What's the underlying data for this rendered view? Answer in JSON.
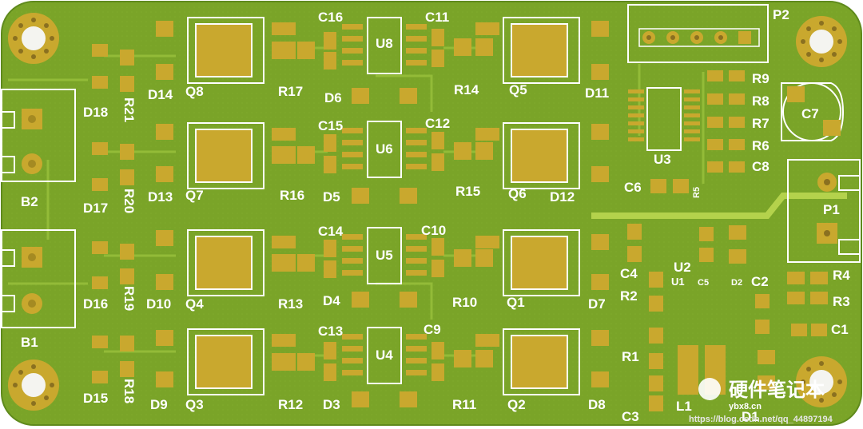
{
  "colors": {
    "board": "#7aa428",
    "board_light": "#86b030",
    "trace": "#9cc23c",
    "pad": "#c9a82e",
    "pad_light": "#d8b83a",
    "silk": "#ffffff",
    "hole": "#f4f4f0",
    "copper_pour": "#6b9420"
  },
  "labels": {
    "p2": "P2",
    "p1": "P1",
    "b1": "B1",
    "b2": "B2",
    "u3": "U3",
    "u8": "U8",
    "u6": "U6",
    "u5": "U5",
    "u4": "U4",
    "u2": "U2",
    "u1": "U1",
    "q1": "Q1",
    "q2": "Q2",
    "q3": "Q3",
    "q4": "Q4",
    "q5": "Q5",
    "q6": "Q6",
    "q7": "Q7",
    "q8": "Q8",
    "c1": "C1",
    "c2": "C2",
    "c3": "C3",
    "c4": "C4",
    "c5": "C5",
    "c6": "C6",
    "c7": "C7",
    "c8": "C8",
    "c9": "C9",
    "c10": "C10",
    "c11": "C11",
    "c12": "C12",
    "c13": "C13",
    "c14": "C14",
    "c15": "C15",
    "c16": "C16",
    "r1": "R1",
    "r2": "R2",
    "r3": "R3",
    "r4": "R4",
    "r5": "R5",
    "r6": "R6",
    "r7": "R7",
    "r8": "R8",
    "r9": "R9",
    "r10": "R10",
    "r11": "R11",
    "r12": "R12",
    "r13": "R13",
    "r14": "R14",
    "r15": "R15",
    "r16": "R16",
    "r17": "R17",
    "r18": "R18",
    "r19": "R19",
    "r20": "R20",
    "r21": "R21",
    "d1": "D1",
    "d2": "D2",
    "d3": "D3",
    "d4": "D4",
    "d5": "D5",
    "d6": "D6",
    "d7": "D7",
    "d8": "D8",
    "d9": "D9",
    "d10": "D10",
    "d11": "D11",
    "d12": "D12",
    "d13": "D13",
    "d14": "D14",
    "d15": "D15",
    "d16": "D16",
    "d17": "D17",
    "d18": "D18",
    "l1": "L1"
  },
  "watermark": {
    "brand": "硬件笔记本",
    "site": "ybx8.cn",
    "url": "https://blog.csdn.net/qq_44897194"
  }
}
